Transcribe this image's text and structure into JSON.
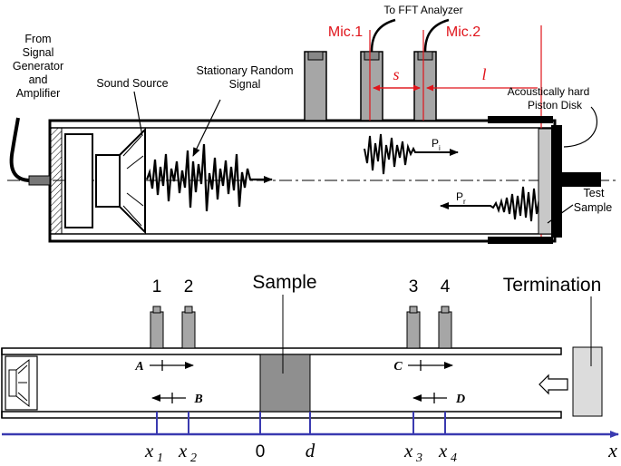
{
  "top": {
    "from_line1": "From",
    "from_line2": "Signal",
    "from_line3": "Generator",
    "from_line4": "and",
    "from_line5": "Amplifier",
    "sound_source": "Sound Source",
    "stationary_line1": "Stationary Random",
    "stationary_line2": "Signal",
    "fft": "To FFT Analyzer",
    "mic1": "Mic.1",
    "mic2": "Mic.2",
    "s": "s",
    "l": "l",
    "piston_line1": "Acoustically hard",
    "piston_line2": "Piston Disk",
    "pi": "P",
    "pi_sub": "i",
    "pr": "P",
    "pr_sub": "r",
    "test_line1": "Test",
    "test_line2": "Sample"
  },
  "bottom": {
    "mic_numbers": [
      "1",
      "2",
      "3",
      "4"
    ],
    "sample": "Sample",
    "termination": "Termination",
    "wave_A": "A",
    "wave_B": "B",
    "wave_C": "C",
    "wave_D": "D",
    "axis": {
      "x1": "x",
      "x1_sub": "1",
      "x2": "x",
      "x2_sub": "2",
      "zero": "0",
      "d": "d",
      "x3": "x",
      "x3_sub": "3",
      "x4": "x",
      "x4_sub": "4",
      "x": "x"
    }
  },
  "colors": {
    "annotation_red": "#e0141b",
    "axis_blue": "#3a3ab0",
    "mic_gray": "#a6a6a6",
    "sample_gray": "#8f8f8f",
    "termination_gray": "#dcdcdc"
  }
}
